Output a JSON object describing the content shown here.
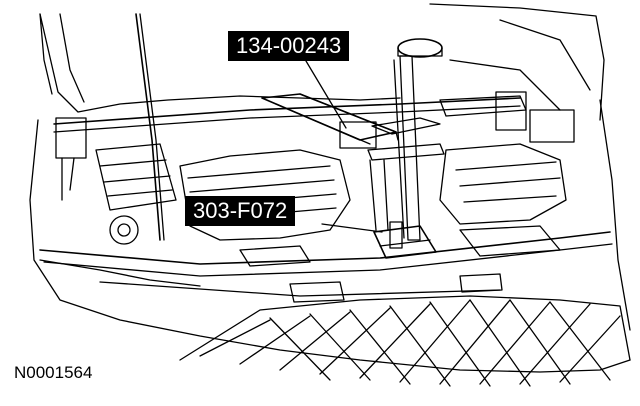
{
  "callouts": [
    {
      "label": "134-00243"
    },
    {
      "label": "303-F072"
    }
  ],
  "figure_id": "N0001564",
  "colors": {
    "line": "#000000",
    "background": "#ffffff",
    "callout_bg": "#000000",
    "callout_text": "#ffffff"
  }
}
